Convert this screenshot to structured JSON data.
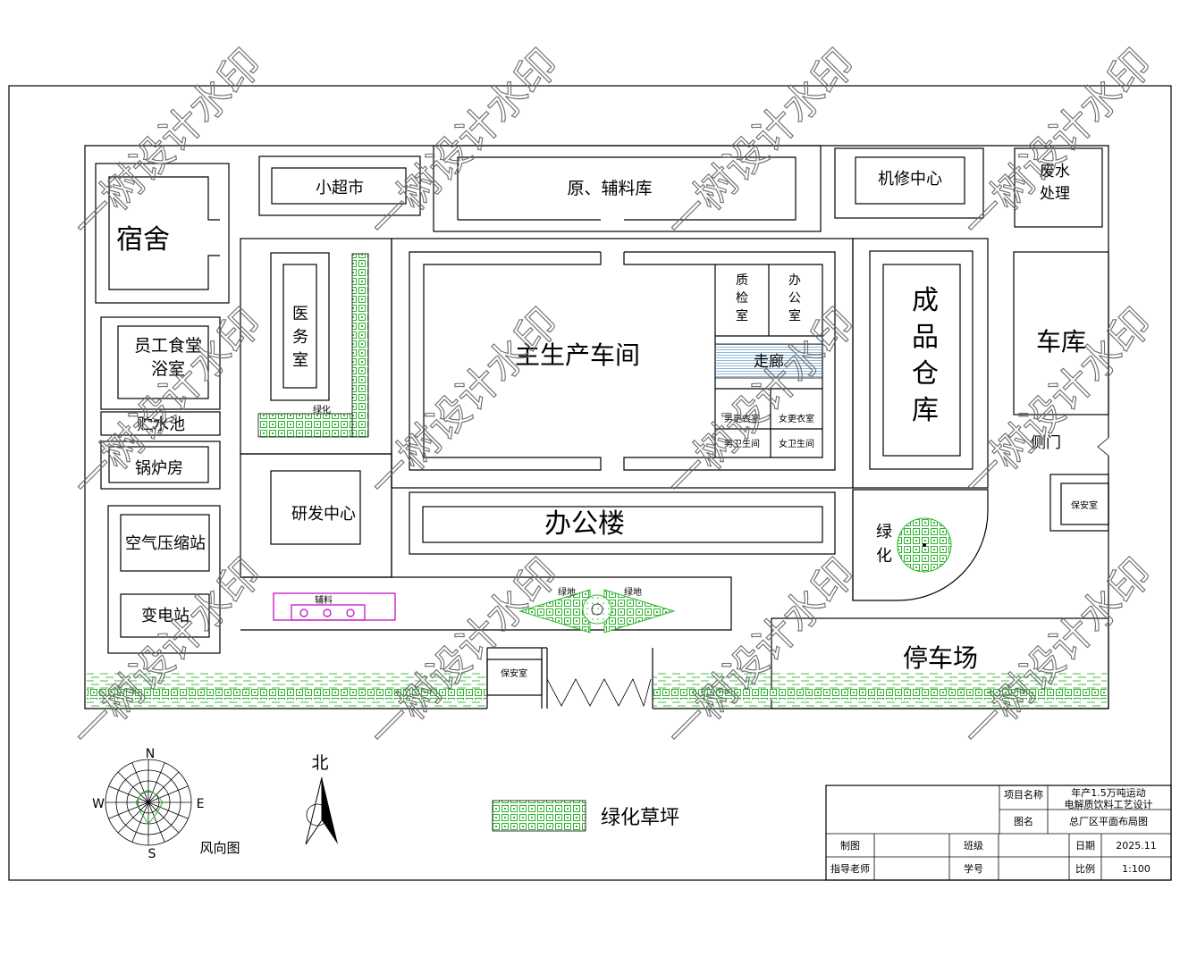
{
  "buildings": {
    "dormitory": "宿舍",
    "supermarket": "小超市",
    "raw_material_store": "原、辅料库",
    "repair_center": "机修中心",
    "wastewater": [
      "废水",
      "处理"
    ],
    "clinic": [
      "医",
      "务",
      "室"
    ],
    "main_workshop": "主生产车间",
    "qc_room": [
      "质",
      "检",
      "室"
    ],
    "office_room": [
      "办",
      "公",
      "室"
    ],
    "corridor": "走廊",
    "mens_locker": "男更衣室",
    "womens_locker": "女更衣室",
    "mens_wc": "男卫生间",
    "womens_wc": "女卫生间",
    "finished_warehouse": [
      "成",
      "品",
      "仓",
      "库"
    ],
    "garage": "车库",
    "side_gate": "侧门",
    "canteen": [
      "员工食堂",
      "浴室"
    ],
    "reservoir": "贮水池",
    "boiler": "锅炉房",
    "rd_center": "研发中心",
    "office_building": "办公楼",
    "green_round": [
      "绿",
      "化"
    ],
    "compressor": "空气压缩站",
    "substation": "变电站",
    "aux_material": "辅料",
    "parking": "停车场",
    "guard_main": "保安室",
    "guard_side": "保安室",
    "green_small": "绿化",
    "green_left": "绿地",
    "green_right": "绿地"
  },
  "compass": {
    "n": "N",
    "s": "S",
    "e": "E",
    "w": "W",
    "caption": "风向图",
    "north": "北"
  },
  "legend": {
    "label": "绿化草坪"
  },
  "title_block": {
    "project_key": "项目名称",
    "project_val": [
      "年产1.5万吨运动",
      "电解质饮料工艺设计"
    ],
    "drawing_key": "图名",
    "drawing_val": "总厂区平面布局图",
    "drawn_by_key": "制图",
    "class_key": "班级",
    "date_key": "日期",
    "date_val": "2025.11",
    "advisor_key": "指导老师",
    "student_no_key": "学号",
    "scale_key": "比例",
    "scale_val": "1:100"
  },
  "watermark": "一树设计水印",
  "colors": {
    "green": "#2fb52f",
    "green_fill": "#dff5df",
    "corridor": "#8fb8d8",
    "magenta": "#c000c0",
    "watermark": "#6b6b6b"
  }
}
